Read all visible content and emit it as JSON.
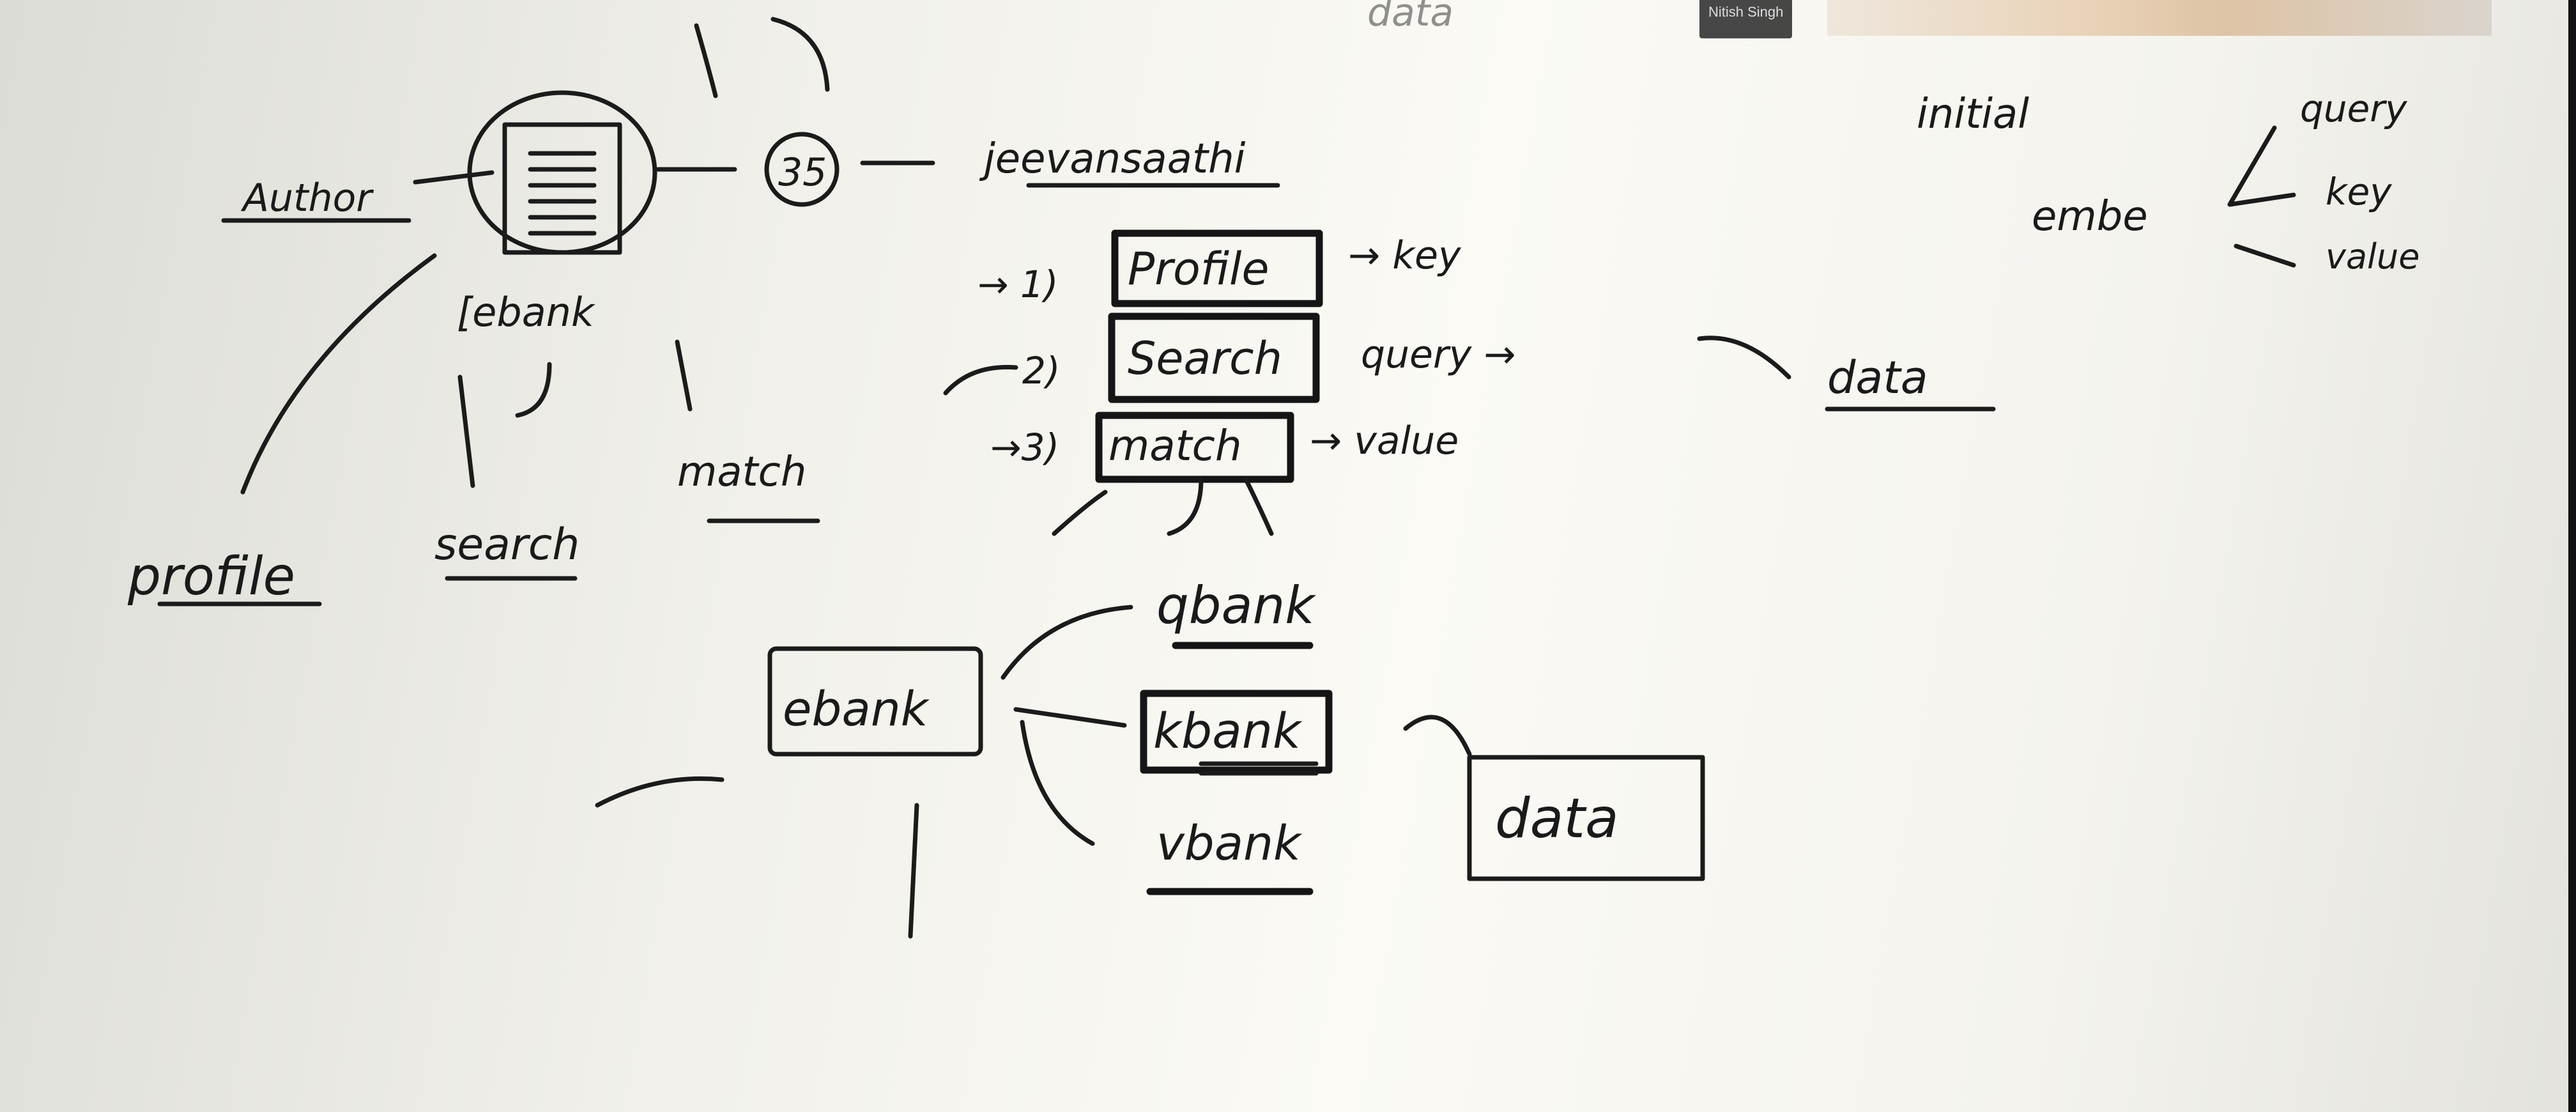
{
  "presenter": {
    "name": "Nitish Singh"
  },
  "whiteboard": {
    "author": "Author",
    "ebank_top": "[ebank",
    "circle_number": "35",
    "jeevansaathi": "jeevansaathi",
    "data_top": "data",
    "step1_prefix": "→ 1)",
    "step1_box": "Profile",
    "step1_out": "→ key",
    "step2_prefix": "2)",
    "step2_box": "Search",
    "step2_out": "query →",
    "step3_prefix": "→3)",
    "step3_box": "match",
    "step3_out": "→ value",
    "data_mid": "data",
    "profile_left": "profile",
    "search_left": "search",
    "match_left": "match",
    "initial": "initial",
    "embe": "embe",
    "query_r": "query",
    "key_r": "key",
    "value_r": "value",
    "ebank_box": "ebank",
    "qbank": "qbank",
    "kbank": "kbank",
    "vbank": "vbank",
    "data_box": "data"
  }
}
